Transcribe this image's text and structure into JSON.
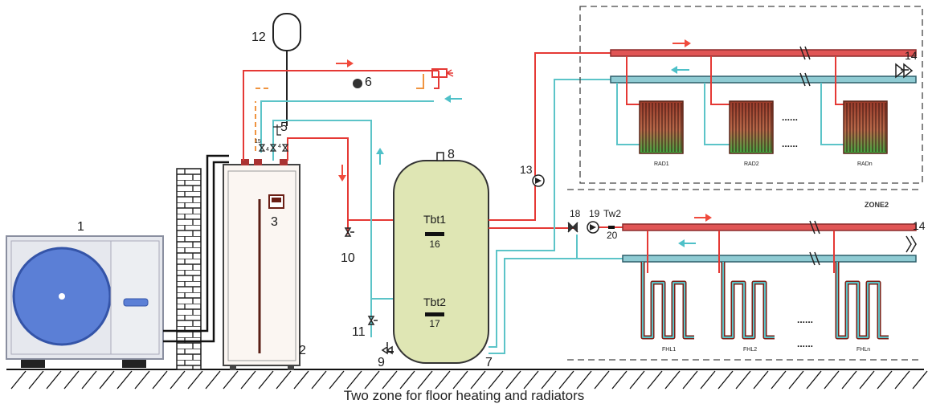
{
  "caption": "Two zone for floor heating and radiators",
  "component_numbers": [
    "1",
    "2",
    "3",
    "4",
    "4",
    "5",
    "6",
    "7",
    "8",
    "9",
    "10",
    "11",
    "12",
    "13",
    "14",
    "14",
    "15",
    "16",
    "17",
    "18",
    "19",
    "20"
  ],
  "tank_labels": {
    "upper_sensor": "Tbt1",
    "lower_sensor": "Tbt2"
  },
  "sensor_label_zone2": "Tw2",
  "zone_label": "ZONE2",
  "radiators": [
    "RAD1",
    "RAD2",
    "RADn"
  ],
  "floor_loops": [
    "FHL1",
    "FHL2",
    "FHLn"
  ],
  "ellipsis": "......",
  "colors": {
    "hot_pipe": "#e53935",
    "cold_pipe": "#5cc4c8",
    "tank_fill": "#dfe6b4",
    "unit_blue": "#5b7fd6",
    "arrow_red": "#f04a3c",
    "arrow_cyan": "#4ec0c8"
  }
}
